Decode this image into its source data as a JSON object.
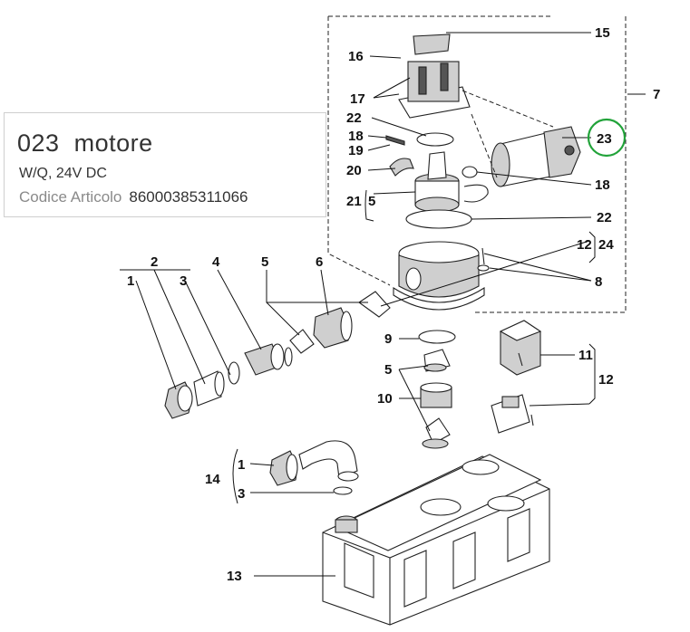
{
  "product": {
    "position": "023",
    "name": "motore",
    "spec": "W/Q, 24V DC",
    "code_label": "Codice Articolo",
    "code_value": "86000385311066"
  },
  "callouts": {
    "n1a": "1",
    "n2": "2",
    "n3a": "3",
    "n4": "4",
    "n5a": "5",
    "n6": "6",
    "n7": "7",
    "n8": "8",
    "n9": "9",
    "n10": "10",
    "n11": "11",
    "n12a": "12",
    "n12b": "12",
    "n13": "13",
    "n14": "14",
    "n1b": "1",
    "n3b": "3",
    "n5b": "5",
    "n15": "15",
    "n16": "16",
    "n17": "17",
    "n22a": "22",
    "n18a": "18",
    "n19": "19",
    "n20": "20",
    "n21": "21",
    "n5c": "5",
    "n23": "23",
    "n18b": "18",
    "n22b": "22",
    "n24": "24"
  },
  "highlight": {
    "part": "23",
    "color": "#22a33a"
  }
}
